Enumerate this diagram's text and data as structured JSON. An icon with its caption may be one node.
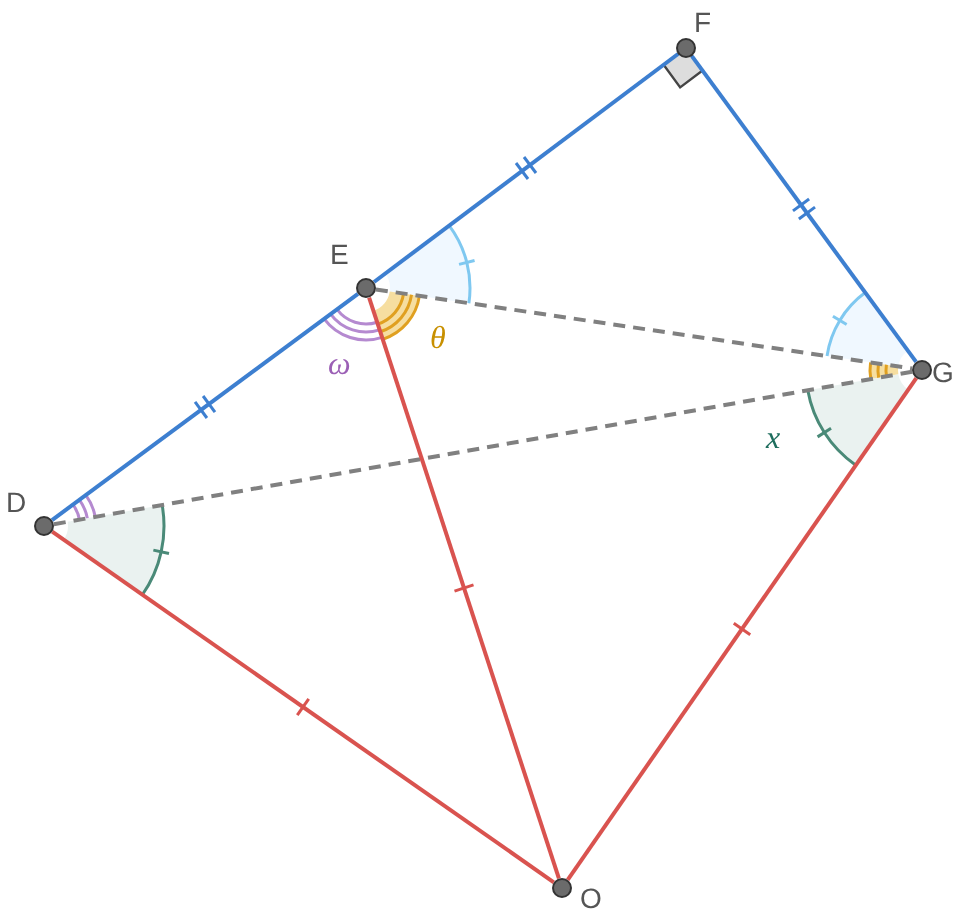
{
  "diagram": {
    "nodes": [
      {
        "text": [],
        "shape": "circle",
        "beside": [
          "F"
        ]
      },
      {
        "text": [],
        "shape": "circle",
        "beside": [
          "E"
        ]
      },
      {
        "text": [],
        "shape": "circle",
        "beside": [
          "G"
        ]
      },
      {
        "text": [],
        "shape": "circle",
        "beside": [
          "D"
        ]
      },
      {
        "text": [],
        "shape": "circle",
        "beside": [
          "O"
        ]
      }
    ],
    "edges": [
      {
        "from": 3,
        "to": 1,
        "arrow": "none",
        "color": "#3d7fd0"
      },
      {
        "from": 1,
        "to": 0,
        "arrow": "none",
        "color": "#3d7fd0"
      },
      {
        "from": 0,
        "to": 2,
        "arrow": "none",
        "color": "#3d7fd0"
      },
      {
        "from": 1,
        "to": 2,
        "arrow": "none",
        "style": "dashed",
        "color": "#808080"
      },
      {
        "from": 3,
        "to": 2,
        "arrow": "none",
        "style": "dashed",
        "color": "#808080"
      },
      {
        "from": 1,
        "to": 4,
        "arrow": "none",
        "color": "#d9534f"
      },
      {
        "from": 3,
        "to": 4,
        "arrow": "none",
        "color": "#d9534f"
      },
      {
        "from": 2,
        "to": 4,
        "arrow": "none",
        "color": "#d9534f"
      }
    ],
    "labels": [
      "ω",
      "θ",
      "x"
    ]
  }
}
